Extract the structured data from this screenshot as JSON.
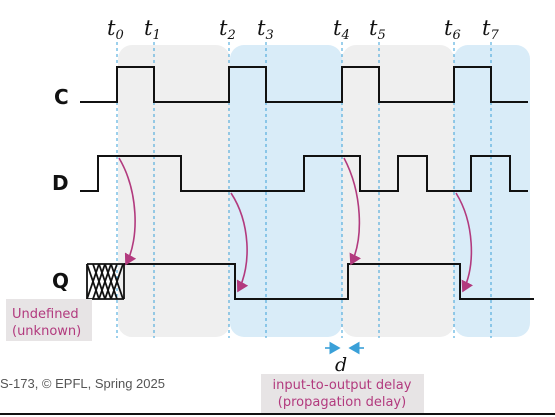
{
  "time_markers": [
    {
      "base": "t",
      "sub": "0"
    },
    {
      "base": "t",
      "sub": "1"
    },
    {
      "base": "t",
      "sub": "2"
    },
    {
      "base": "t",
      "sub": "3"
    },
    {
      "base": "t",
      "sub": "4"
    },
    {
      "base": "t",
      "sub": "5"
    },
    {
      "base": "t",
      "sub": "6"
    },
    {
      "base": "t",
      "sub": "7"
    }
  ],
  "signals": {
    "clock": "C",
    "data": "D",
    "output": "Q"
  },
  "notes": {
    "undefined_line1": "Undefined",
    "undefined_line2": "(unknown)",
    "delay_symbol": "d",
    "delay_line1": "input-to-output delay",
    "delay_line2": "(propagation delay)"
  },
  "footer": "S-173, © EPFL, Spring 2025",
  "colors": {
    "shade_gray": "#efefef",
    "shade_blue": "#d9ecf8",
    "guide": "#3aa0d8",
    "causal_arrow": "#b23a7e",
    "waveform": "#111111"
  }
}
